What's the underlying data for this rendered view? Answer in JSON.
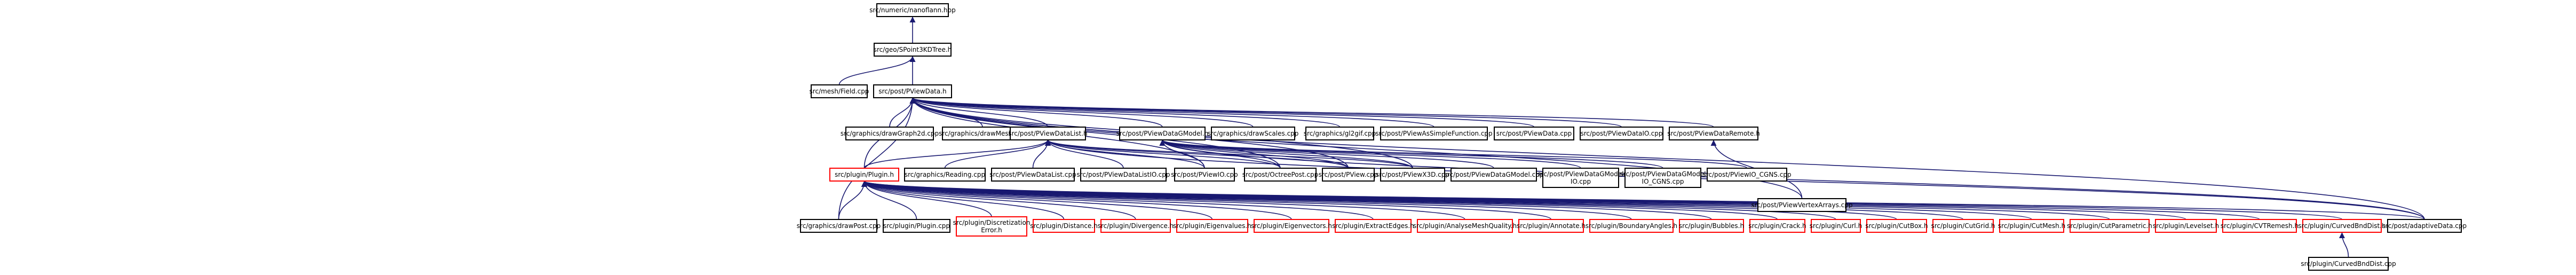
{
  "colors": {
    "edge": "#191970",
    "node_border": "#000000",
    "missing_border": "#ff0000",
    "root_fill": "#bfbfbf",
    "text": "#000000"
  },
  "diagram": {
    "nodes": [
      {
        "id": "n0",
        "lines": [
          "src/numeric/nanoflann.hpp"
        ],
        "style": "root"
      },
      {
        "id": "n1",
        "lines": [
          "src/geo/SPoint3KDTree.h"
        ]
      },
      {
        "id": "n2",
        "lines": [
          "src/mesh/Field.cpp"
        ]
      },
      {
        "id": "n3",
        "lines": [
          "src/post/PViewData.h"
        ]
      },
      {
        "id": "n4",
        "lines": [
          "src/graphics/drawGraph2d.cpp"
        ]
      },
      {
        "id": "n5",
        "lines": [
          "src/graphics/drawMesh.cpp"
        ]
      },
      {
        "id": "n6",
        "lines": [
          "src/post/PViewDataList.h"
        ]
      },
      {
        "id": "n7",
        "lines": [
          "src/post/PViewDataGModel.h"
        ]
      },
      {
        "id": "n8",
        "lines": [
          "src/graphics/drawScales.cpp"
        ]
      },
      {
        "id": "n9",
        "lines": [
          "src/graphics/gl2gif.cpp"
        ]
      },
      {
        "id": "n10",
        "lines": [
          "src/post/PViewAsSimpleFunction.cpp"
        ]
      },
      {
        "id": "n11",
        "lines": [
          "src/post/PViewData.cpp"
        ]
      },
      {
        "id": "n12",
        "lines": [
          "src/post/PViewDataIO.cpp"
        ]
      },
      {
        "id": "n13",
        "lines": [
          "src/post/PViewDataRemote.h"
        ]
      },
      {
        "id": "n14",
        "lines": [
          "src/plugin/Plugin.h"
        ],
        "style": "missing"
      },
      {
        "id": "n15",
        "lines": [
          "src/graphics/Reading.cpp"
        ]
      },
      {
        "id": "n16",
        "lines": [
          "src/post/PViewDataList.cpp"
        ]
      },
      {
        "id": "n17",
        "lines": [
          "src/post/PViewDataListIO.cpp"
        ]
      },
      {
        "id": "n18",
        "lines": [
          "src/post/PViewIO.cpp"
        ]
      },
      {
        "id": "n19",
        "lines": [
          "src/post/OctreePost.cpp"
        ]
      },
      {
        "id": "n20",
        "lines": [
          "src/post/PView.cpp"
        ]
      },
      {
        "id": "n21",
        "lines": [
          "src/post/PViewX3D.cpp"
        ]
      },
      {
        "id": "n22",
        "lines": [
          "src/post/PViewDataGModel.cpp"
        ]
      },
      {
        "id": "n23",
        "lines": [
          "src/post/PViewDataGModel",
          "IO.cpp"
        ]
      },
      {
        "id": "n24",
        "lines": [
          "src/post/PViewDataGModel",
          "IO_CGNS.cpp"
        ]
      },
      {
        "id": "n25",
        "lines": [
          "src/post/PViewIO_CGNS.cpp"
        ]
      },
      {
        "id": "n26",
        "lines": [
          "src/post/PViewVertexArrays.cpp"
        ]
      },
      {
        "id": "n27",
        "lines": [
          "src/graphics/drawPost.cpp"
        ]
      },
      {
        "id": "n28",
        "lines": [
          "src/plugin/Plugin.cpp"
        ]
      },
      {
        "id": "n29",
        "lines": [
          "src/plugin/Discretization",
          "Error.h"
        ],
        "style": "missing"
      },
      {
        "id": "n30",
        "lines": [
          "src/plugin/Distance.h"
        ],
        "style": "missing"
      },
      {
        "id": "n31",
        "lines": [
          "src/plugin/Divergence.h"
        ],
        "style": "missing"
      },
      {
        "id": "n32",
        "lines": [
          "src/plugin/Eigenvalues.h"
        ],
        "style": "missing"
      },
      {
        "id": "n33",
        "lines": [
          "src/plugin/Eigenvectors.h"
        ],
        "style": "missing"
      },
      {
        "id": "n34",
        "lines": [
          "src/plugin/ExtractEdges.h"
        ],
        "style": "missing"
      },
      {
        "id": "n35",
        "lines": [
          "src/plugin/AnalyseMeshQuality.h"
        ],
        "style": "missing"
      },
      {
        "id": "n36",
        "lines": [
          "src/plugin/Annotate.h"
        ],
        "style": "missing"
      },
      {
        "id": "n37",
        "lines": [
          "src/plugin/BoundaryAngles.h"
        ],
        "style": "missing"
      },
      {
        "id": "n38",
        "lines": [
          "src/plugin/Bubbles.h"
        ],
        "style": "missing"
      },
      {
        "id": "n39",
        "lines": [
          "src/plugin/Crack.h"
        ],
        "style": "missing"
      },
      {
        "id": "n40",
        "lines": [
          "src/plugin/Curl.h"
        ],
        "style": "missing"
      },
      {
        "id": "n41",
        "lines": [
          "src/plugin/CutBox.h"
        ],
        "style": "missing"
      },
      {
        "id": "n42",
        "lines": [
          "src/plugin/CutGrid.h"
        ],
        "style": "missing"
      },
      {
        "id": "n43",
        "lines": [
          "src/plugin/CutMesh.h"
        ],
        "style": "missing"
      },
      {
        "id": "n44",
        "lines": [
          "src/plugin/CutParametric.h"
        ],
        "style": "missing"
      },
      {
        "id": "n45",
        "lines": [
          "src/plugin/Levelset.h"
        ],
        "style": "missing"
      },
      {
        "id": "n46",
        "lines": [
          "src/plugin/CVTRemesh.h"
        ],
        "style": "missing"
      },
      {
        "id": "n47",
        "lines": [
          "src/plugin/CurvedBndDist.h"
        ],
        "style": "missing"
      },
      {
        "id": "n48",
        "lines": [
          "src/post/adaptiveData.cpp"
        ]
      },
      {
        "id": "n49",
        "lines": [
          "src/plugin/CurvedBndDist.cpp"
        ]
      }
    ],
    "edges": [
      [
        "n0",
        "n1"
      ],
      [
        "n1",
        "n2"
      ],
      [
        "n1",
        "n3"
      ],
      [
        "n3",
        "n4"
      ],
      [
        "n3",
        "n5"
      ],
      [
        "n3",
        "n6"
      ],
      [
        "n3",
        "n7"
      ],
      [
        "n3",
        "n8"
      ],
      [
        "n3",
        "n9"
      ],
      [
        "n3",
        "n10"
      ],
      [
        "n3",
        "n11"
      ],
      [
        "n3",
        "n12"
      ],
      [
        "n3",
        "n13"
      ],
      [
        "n3",
        "n14"
      ],
      [
        "n3",
        "n18"
      ],
      [
        "n3",
        "n19"
      ],
      [
        "n3",
        "n20"
      ],
      [
        "n3",
        "n21"
      ],
      [
        "n3",
        "n26"
      ],
      [
        "n3",
        "n27"
      ],
      [
        "n3",
        "n48"
      ],
      [
        "n6",
        "n14"
      ],
      [
        "n6",
        "n15"
      ],
      [
        "n6",
        "n16"
      ],
      [
        "n6",
        "n17"
      ],
      [
        "n6",
        "n18"
      ],
      [
        "n6",
        "n19"
      ],
      [
        "n6",
        "n20"
      ],
      [
        "n6",
        "n21"
      ],
      [
        "n6",
        "n48"
      ],
      [
        "n7",
        "n18"
      ],
      [
        "n7",
        "n19"
      ],
      [
        "n7",
        "n20"
      ],
      [
        "n7",
        "n21"
      ],
      [
        "n7",
        "n22"
      ],
      [
        "n7",
        "n23"
      ],
      [
        "n7",
        "n24"
      ],
      [
        "n7",
        "n25"
      ],
      [
        "n7",
        "n48"
      ],
      [
        "n13",
        "n26"
      ],
      [
        "n14",
        "n27"
      ],
      [
        "n14",
        "n28"
      ],
      [
        "n14",
        "n29"
      ],
      [
        "n14",
        "n30"
      ],
      [
        "n14",
        "n31"
      ],
      [
        "n14",
        "n32"
      ],
      [
        "n14",
        "n33"
      ],
      [
        "n14",
        "n34"
      ],
      [
        "n14",
        "n35"
      ],
      [
        "n14",
        "n36"
      ],
      [
        "n14",
        "n37"
      ],
      [
        "n14",
        "n38"
      ],
      [
        "n14",
        "n39"
      ],
      [
        "n14",
        "n40"
      ],
      [
        "n14",
        "n41"
      ],
      [
        "n14",
        "n42"
      ],
      [
        "n14",
        "n43"
      ],
      [
        "n14",
        "n44"
      ],
      [
        "n14",
        "n45"
      ],
      [
        "n14",
        "n46"
      ],
      [
        "n14",
        "n47"
      ],
      [
        "n14",
        "n48"
      ],
      [
        "n47",
        "n49"
      ]
    ]
  }
}
